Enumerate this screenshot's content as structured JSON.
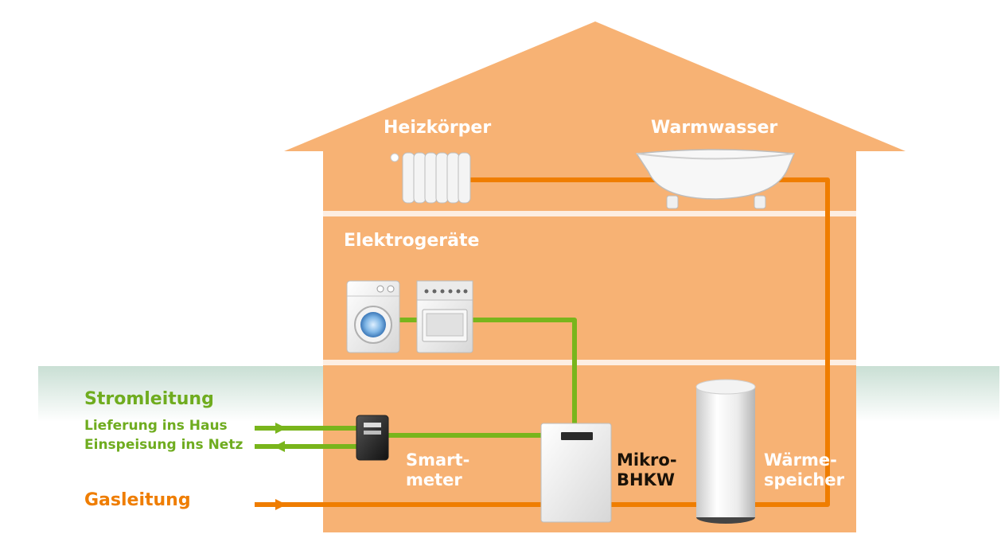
{
  "labels": {
    "heizkoerper": "Heizkörper",
    "warmwasser": "Warmwasser",
    "elektrogeraete": "Elektrogeräte",
    "stromleitung": "Stromleitung",
    "lieferung": "Lieferung ins Haus",
    "einspeisung": "Einspeisung ins Netz",
    "gasleitung": "Gasleitung",
    "smartmeter": "Smart-\nmeter",
    "mikrobhkw": "Mikro-\nBHKW",
    "waermespeicher": "Wärme-\nspeicher"
  },
  "colors": {
    "house": "#f7b274",
    "ground_band": "#cfe3da",
    "floor_divider": "#fdeee2",
    "power_line": "#79b51c",
    "heat_gas_line": "#ef7d00",
    "label_white": "#ffffff",
    "label_green": "#6fac1f",
    "label_orange": "#ef7d00"
  }
}
